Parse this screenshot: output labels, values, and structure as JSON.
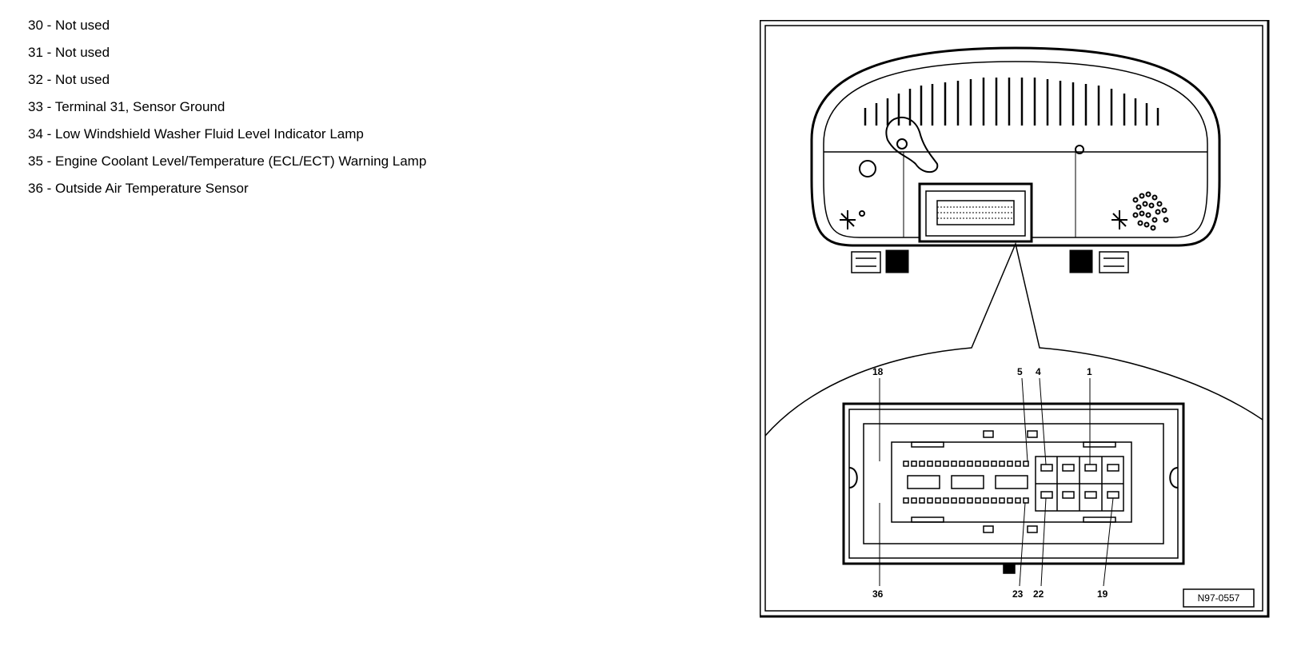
{
  "legend": {
    "items": [
      {
        "label": "30 - Not used"
      },
      {
        "label": "31 - Not used"
      },
      {
        "label": "32 - Not used"
      },
      {
        "label": "33 - Terminal 31, Sensor Ground"
      },
      {
        "label": "34 - Low Windshield Washer Fluid Level Indicator Lamp"
      },
      {
        "label": "35 - Engine Coolant Level/Temperature (ECL/ECT) Warning Lamp"
      },
      {
        "label": "36 - Outside Air Temperature Sensor"
      }
    ]
  },
  "diagram": {
    "pins": {
      "p18": "18",
      "p5": "5",
      "p4": "4",
      "p1": "1",
      "p36": "36",
      "p23": "23",
      "p22": "22",
      "p19": "19"
    },
    "figure_id": "N97-0557"
  }
}
